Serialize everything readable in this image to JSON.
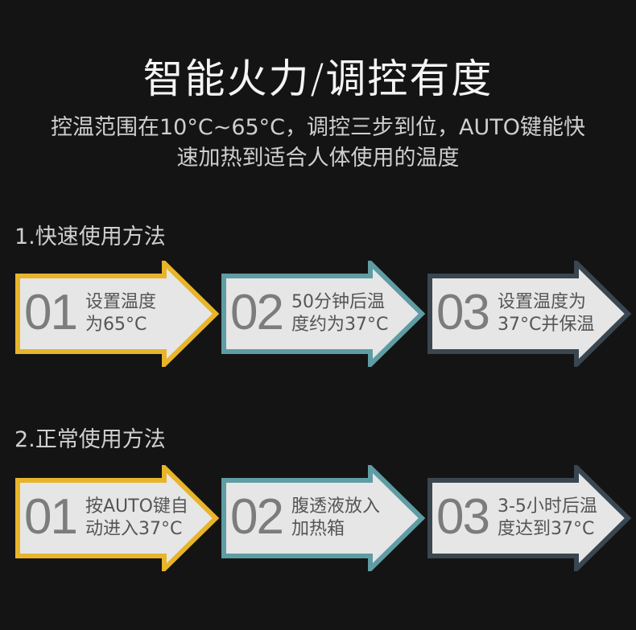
{
  "header": {
    "title": "智能火力/调控有度",
    "subtitle_line1": "控温范围在10°C~65°C，调控三步到位，AUTO键能快",
    "subtitle_line2": "速加热到适合人体使用的温度"
  },
  "colors": {
    "background": "#141414",
    "step1_border": "#e8b42a",
    "step2_border": "#5f9ca3",
    "step3_border": "#3a4650",
    "arrow_fill": "#e6e6e6"
  },
  "sections": [
    {
      "label": "1.快速使用方法",
      "steps": [
        {
          "number": "01",
          "line1": "设置温度",
          "line2": "为65°C"
        },
        {
          "number": "02",
          "line1": "50分钟后温",
          "line2": "度约为37°C"
        },
        {
          "number": "03",
          "line1": "设置温度为",
          "line2": "37°C并保温"
        }
      ]
    },
    {
      "label": "2.正常使用方法",
      "steps": [
        {
          "number": "01",
          "line1": "按AUTO键自",
          "line2": "动进入37°C"
        },
        {
          "number": "02",
          "line1": "腹透液放入",
          "line2": "加热箱"
        },
        {
          "number": "03",
          "line1": "3-5小时后温",
          "line2": "度达到37°C"
        }
      ]
    }
  ]
}
